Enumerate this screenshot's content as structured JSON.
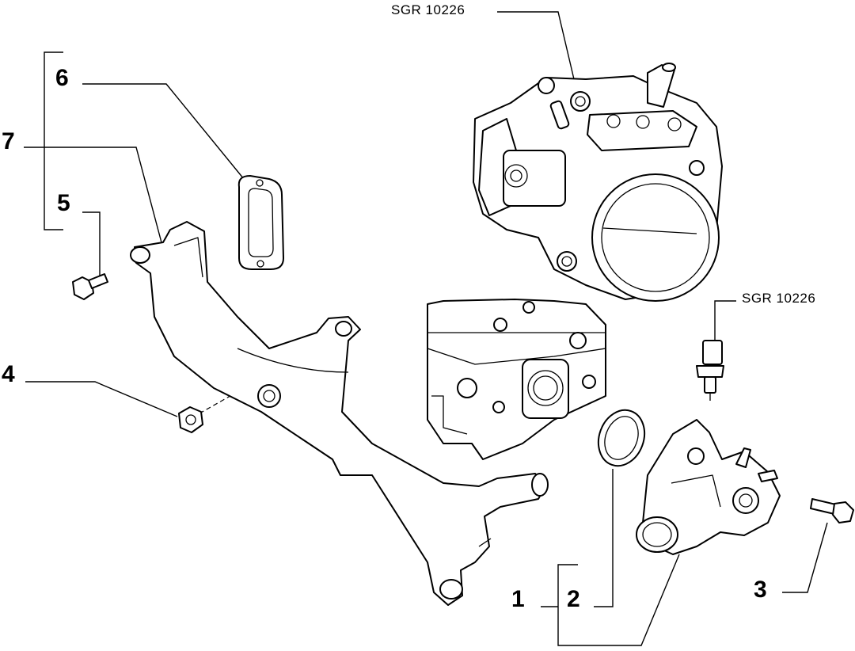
{
  "diagram": {
    "references": {
      "top": "SGR 10226",
      "right": "SGR 10226"
    },
    "callouts": {
      "c1": "1",
      "c2": "2",
      "c3": "3",
      "c4": "4",
      "c5": "5",
      "c6": "6",
      "c7": "7"
    }
  }
}
